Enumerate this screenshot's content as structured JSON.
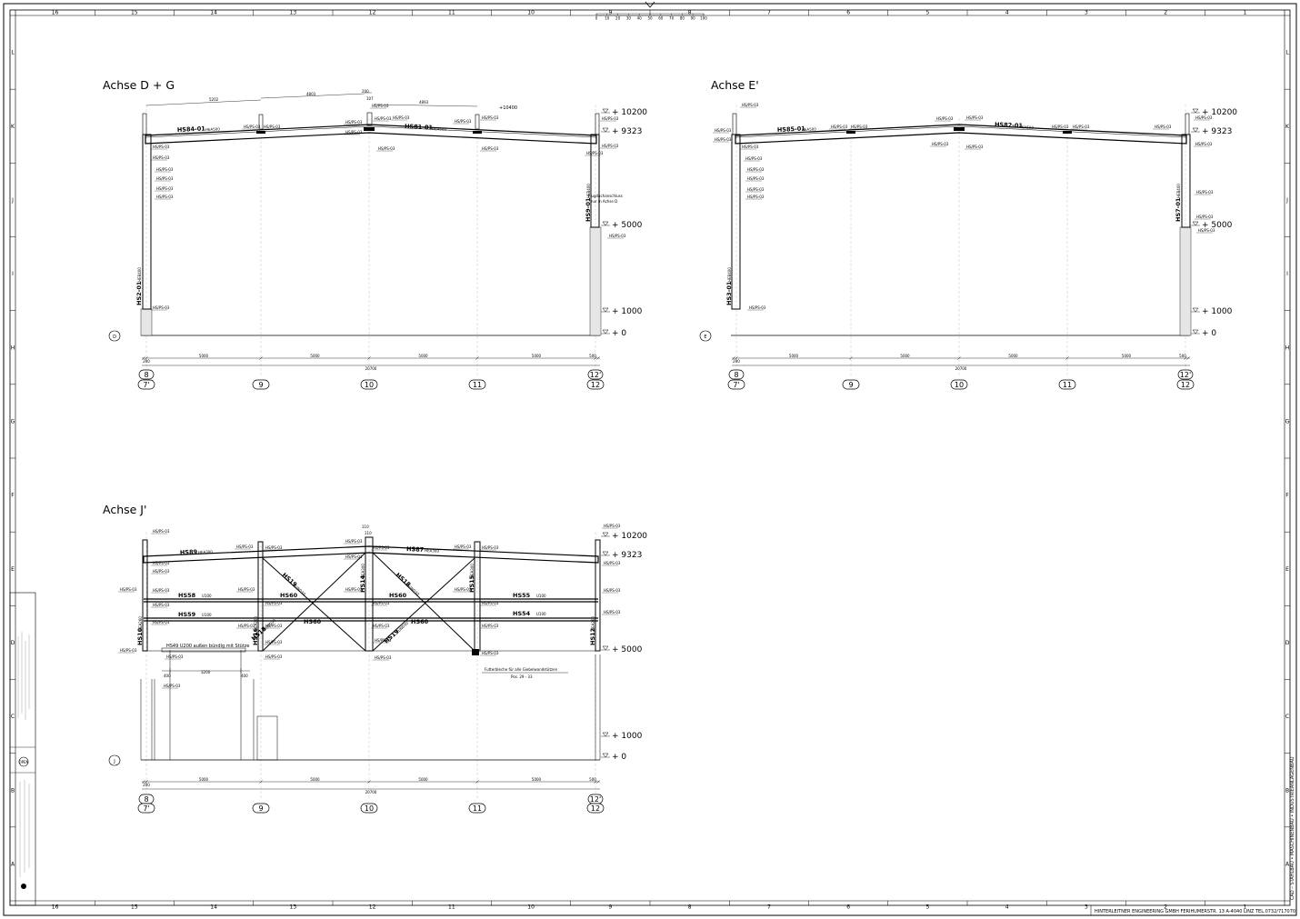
{
  "border": {
    "columns": [
      "16",
      "15",
      "14",
      "13",
      "12",
      "11",
      "10",
      "9",
      "8",
      "7",
      "6",
      "5",
      "4",
      "3",
      "2",
      "1"
    ],
    "rows": [
      "L",
      "K",
      "J",
      "I",
      "H",
      "G",
      "F",
      "E",
      "D",
      "C",
      "B",
      "A"
    ]
  },
  "scale_bar": [
    "0",
    "10",
    "20",
    "30",
    "40",
    "50",
    "60",
    "70",
    "80",
    "90",
    "100"
  ],
  "footer": "HINTERLEITNER ENGINEERING GMBH   FERIHUMERSTR. 13   A-4040 LINZ   TEL.0732/717070",
  "right_side_text": "CAD – STAHLBAU • MASCHINENBAU • INDUSTRIEANLAGENBAU",
  "views": {
    "dg": {
      "title": "Achse D + G",
      "axis_bubble": "D",
      "members": {
        "rafter_left": "HS84-01",
        "rafter_left_profile": "HEA500",
        "rafter_right": "HS81-01",
        "rafter_right_profile": "HEA500",
        "col_left": "HS2-01",
        "col_left_profile": "HEB400",
        "col_right": "HS9-01",
        "col_right_profile": "HEB400"
      },
      "dims_top": [
        "5202",
        "4803",
        "200",
        "107",
        "4893"
      ],
      "peak_level": "+10400",
      "note": [
        "Flugdachanschluss",
        "nur in Achse D"
      ]
    },
    "e": {
      "title": "Achse E'",
      "axis_bubble": "E",
      "members": {
        "rafter_left": "HS85-01",
        "rafter_left_profile": "HEA500",
        "rafter_right": "HS82-01",
        "rafter_right_profile": "HEA500",
        "col_left": "HS3-01",
        "col_left_profile": "HEB400",
        "col_right": "HS7-01",
        "col_right_profile": "HEB400"
      }
    },
    "j": {
      "title": "Achse J'",
      "axis_bubble": "J",
      "dims_top": [
        "110",
        "110"
      ],
      "members": {
        "top_left": "HS89",
        "top_left_profile": "HEA300",
        "top_right": "HS87",
        "top_right_profile": "HEA300",
        "tie_left_1": "HS58",
        "tie_left_2": "HS59",
        "tie_mid_1": "HS60",
        "tie_mid_2": "HS60",
        "tie_mid_3": "HS60",
        "tie_mid_4": "HS60",
        "tie_right_1": "HS55",
        "tie_right_2": "HS54",
        "u100": "U100",
        "col_a": "HS10",
        "col_a_profile": "HEA260",
        "col_b": "HS16",
        "col_b_profile": "HEA260",
        "col_c": "HS14",
        "col_c_profile": "HEA300",
        "col_d": "HS15",
        "col_d_profile": "HEA300",
        "col_e": "HS12",
        "col_e_profile": "HEA260",
        "brace_1": "HS19",
        "brace_1_profile": "RUND30",
        "brace_2": "HS18",
        "brace_2_profile": "RUND30",
        "brace_3": "HS18",
        "brace_3_profile": "RUND30",
        "brace_4": "HS19",
        "brace_4_profile": "RUND30"
      },
      "lintel": "HS49 U200 außen bündig mit Stütze",
      "lintel_dims": [
        "400",
        "3200",
        "400"
      ],
      "note": [
        "Futterbleche für alle Giebelwandstützen",
        "Pos. 29 - 33"
      ]
    }
  },
  "levels": [
    "+ 10200",
    "+ 9323",
    "+ 5000",
    "+ 1000",
    "+ 0"
  ],
  "grid_dims": [
    "200",
    "5000",
    "5000",
    "5000",
    "5000",
    "500"
  ],
  "grid_total": "20700",
  "grid_bubbles": [
    "7'",
    "9",
    "10",
    "11",
    "12"
  ],
  "grid_bubbles_upper": [
    "8",
    "12'"
  ],
  "revision_badge": "OPEN",
  "detail_tag": "HS/PS-03",
  "colors": {
    "line": "#000000",
    "grid_line": "#b8b8b8",
    "foundation": "#e6e6e6"
  }
}
